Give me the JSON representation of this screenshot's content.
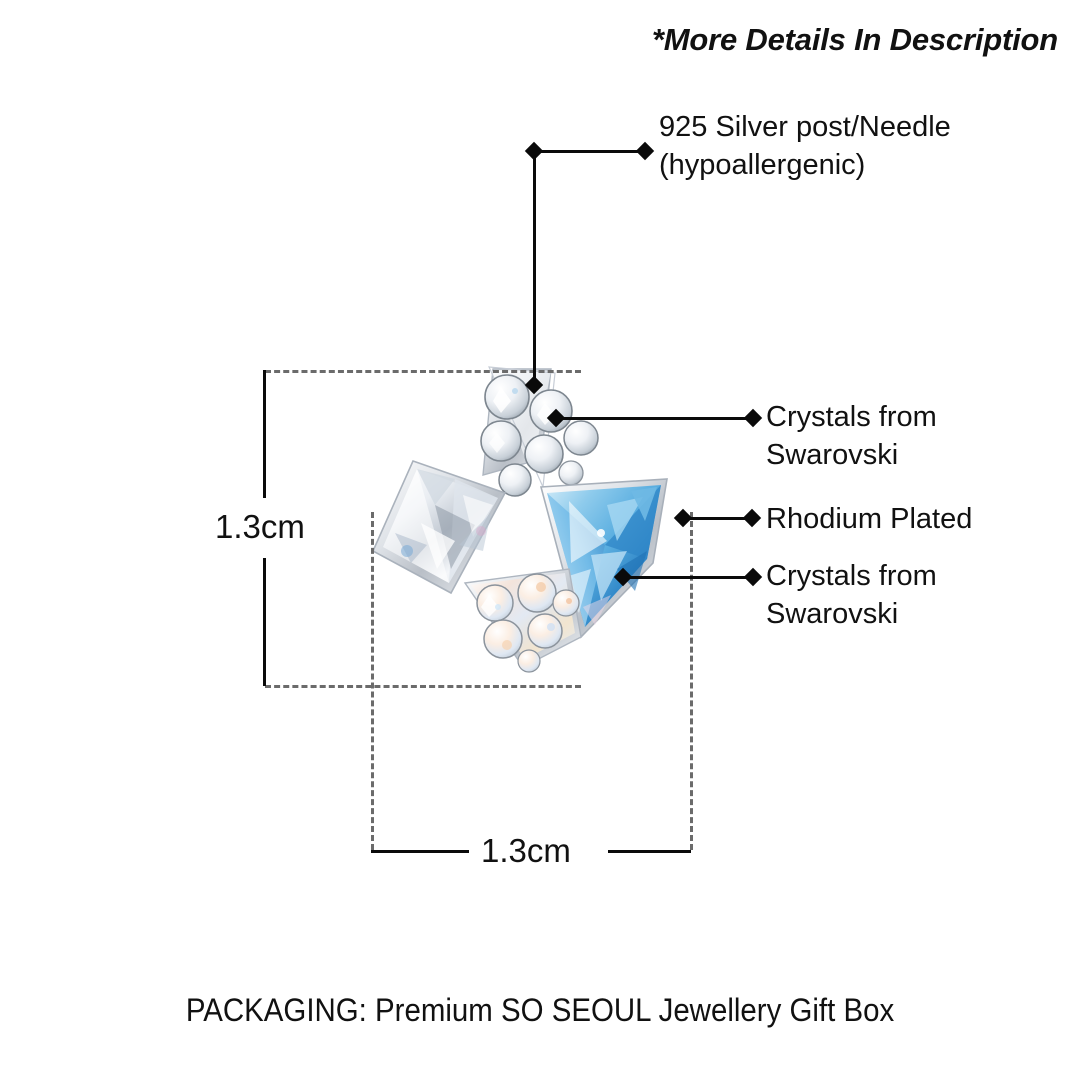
{
  "header": {
    "note": "*More Details In Description"
  },
  "annotations": [
    {
      "id": "silver-post",
      "text": "925 Silver post/Needle\n(hypoallergenic)",
      "target": "top-pave-triangle"
    },
    {
      "id": "crystals-swarovski-top",
      "text": "Crystals from\nSwarovski",
      "target": "top-pave-triangle"
    },
    {
      "id": "rhodium-plated",
      "text": "Rhodium Plated",
      "target": "metal-frame"
    },
    {
      "id": "crystals-swarovski-bottom",
      "text": "Crystals from\nSwarovski",
      "target": "blue-triangle-crystal"
    }
  ],
  "dimensions": {
    "height_label": "1.3cm",
    "width_label": "1.3cm",
    "unit": "cm"
  },
  "footer": {
    "packaging": "PACKAGING: Premium SO SEOUL Jewellery Gift Box"
  },
  "product": {
    "name": "pinwheel-triangle-stud-earring",
    "parts": [
      {
        "id": "top-pave-triangle",
        "finish": "clear pave crystals",
        "color": "#f2f4f7"
      },
      {
        "id": "left-clear-triangle",
        "finish": "clear triangle crystal",
        "color": "#e8ebf0"
      },
      {
        "id": "right-blue-triangle",
        "finish": "aquamarine triangle crystal",
        "color": "#7ec2e8"
      },
      {
        "id": "bottom-ab-triangle",
        "finish": "aurora borealis pave crystals",
        "color": "#f0eaf2"
      }
    ]
  },
  "colors": {
    "ink": "#111111",
    "guide": "#6b6b6b",
    "background": "#ffffff",
    "aquamarine": "#6fb9e4",
    "aquamarine_dark": "#2f7fbe",
    "silver": "#d9dde2"
  }
}
